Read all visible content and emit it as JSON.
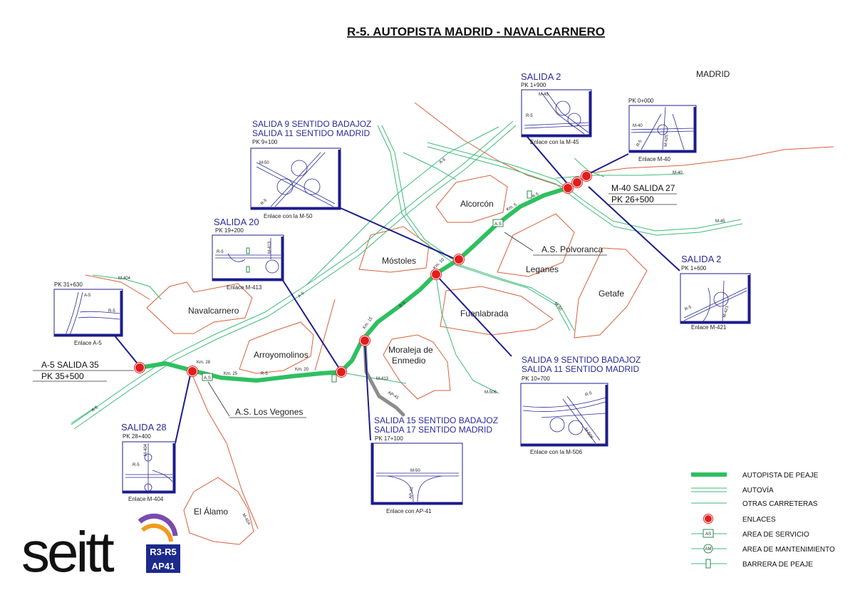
{
  "title": "R-5. AUTOPISTA MADRID - NAVALCARNERO",
  "colors": {
    "toll_highway": "#2ec060",
    "autovia": "#3dbb7a",
    "other_roads": "#d9603a",
    "urban_outline": "#d9603a",
    "interchange_marker": "#e01e1e",
    "inset_border": "#1c1c8c",
    "exit_title": "#2a2a9a",
    "ap41": "#8c8c8c"
  },
  "cities": {
    "madrid": "MADRID",
    "alcorcon": "Alcorcón",
    "mostoles": "Móstoles",
    "leganes": "Leganés",
    "getafe": "Getafe",
    "fuenlabrada": "Fuenlabrada",
    "navalcarnero": "Navalcarnero",
    "arroyomolinos": "Arroyomolinos",
    "moraleja1": "Moraleja de",
    "moraleja2": "Enmedio",
    "elalamo": "El Álamo"
  },
  "road_labels": {
    "a5_top": "A-5",
    "a5_mid": "A-5",
    "a5_left": "A-5",
    "m404_top": "M-404",
    "m404_bottom": "M-404",
    "m413": "M-413",
    "m506": "M-506",
    "m50": "M-50",
    "m45": "M-45",
    "m40": "M-40",
    "r5_a": "R-5",
    "r5_b": "R-5",
    "r5_c": "R-5",
    "ap41": "AP-41",
    "km5": "Km. 5",
    "km10": "Km. 10",
    "km15": "Km. 15",
    "km20": "Km. 20",
    "km25": "Km. 25",
    "km28": "Km. 28"
  },
  "service_areas": {
    "polvoranca": "A.S. Polvoranca",
    "vegones": "A.S. Los Vegones",
    "as_symbol": "A.S"
  },
  "exits": {
    "salida2_top": {
      "title": "SALIDA 2",
      "pk": "PK 1+900",
      "caption": "Enlace con la M-45",
      "road_a": "M-45",
      "road_b": "R-5"
    },
    "pk0": {
      "pk": "PK 0+000",
      "caption": "Enlace M-40",
      "road_a": "M-40",
      "road_b": "R-5",
      "road_c": "M-425"
    },
    "m40_salida27": {
      "title": "M-40 SALIDA 27",
      "pk": "PK 26+500"
    },
    "salida9_top": {
      "title1": "SALIDA 9 SENTIDO BADAJOZ",
      "title2": "SALIDA 11 SENTIDO MADRID",
      "pk": "PK 9+100",
      "caption": "Enlace con la M-50",
      "road_a": "M-50",
      "road_b": "R-5"
    },
    "salida20": {
      "title": "SALIDA 20",
      "pk": "PK 19+200",
      "caption": "Enlace M-413",
      "road_a": "R-5",
      "road_b": "M-413"
    },
    "pk31": {
      "pk": "PK 31+630",
      "caption": "Enlace A-5",
      "road_a": "A-5",
      "road_b": "R-5"
    },
    "a5_salida35": {
      "title": "A-5 SALIDA 35",
      "pk": "PK 35+500"
    },
    "salida2_right": {
      "title": "SALIDA 2",
      "pk": "PK 1+600",
      "caption": "Enlace M-421",
      "road_a": "R-5",
      "road_b": "M-421"
    },
    "salida9_bottom": {
      "title1": "SALIDA 9 SENTIDO BADAJOZ",
      "title2": "SALIDA 11 SENTIDO MADRID",
      "pk": "PK 10+700",
      "caption": "Enlace con la M-506",
      "road_a": "R-5",
      "road_b": "M-506"
    },
    "salida15": {
      "title1": "SALIDA 15 SENTIDO BADAJOZ",
      "title2": "SALIDA 17 SENTIDO MADRID",
      "pk": "PK 17+100",
      "caption": "Enlace con AP-41",
      "road_a": "M-50",
      "road_b": "AP-41"
    },
    "salida28": {
      "title": "SALIDA 28",
      "pk": "PK 28+400",
      "caption": "Enlace M-404",
      "road_a": "M-404",
      "road_b": "R-5"
    }
  },
  "legend": {
    "toll": "AUTOPISTA DE PEAJE",
    "autovia": "AUTOVÍA",
    "other": "OTRAS CARRETERAS",
    "enlaces": "ENLACES",
    "area_servicio": "AREA DE SERVICIO",
    "area_mant": "AREA DE MANTENIMIENTO",
    "barrera": "BARRERA DE PEAJE",
    "as_symbol": "AS",
    "am_symbol": "AM"
  },
  "logo": {
    "brand": "seitt",
    "line1": "R3-R5",
    "line2": "AP41"
  }
}
